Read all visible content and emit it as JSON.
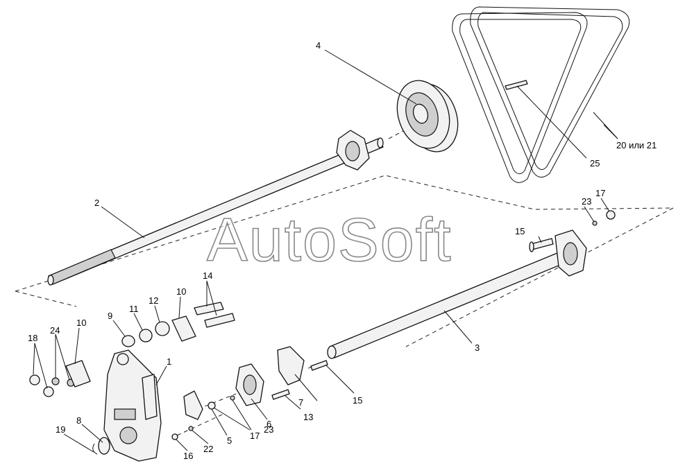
{
  "watermark": "AutoSoft",
  "callouts": {
    "c1": "1",
    "c2": "2",
    "c3": "3",
    "c4": "4",
    "c5": "5",
    "c6": "6",
    "c7": "7",
    "c8": "8",
    "c9": "9",
    "c10a": "10",
    "c10b": "10",
    "c11": "11",
    "c12": "12",
    "c13": "13",
    "c14": "14",
    "c15a": "15",
    "c15b": "15",
    "c16": "16",
    "c17a": "17",
    "c17b": "17",
    "c18": "18",
    "c19": "19",
    "c20": "20 или 21",
    "c22": "22",
    "c23a": "23",
    "c23b": "23",
    "c24": "24",
    "c25": "25"
  }
}
